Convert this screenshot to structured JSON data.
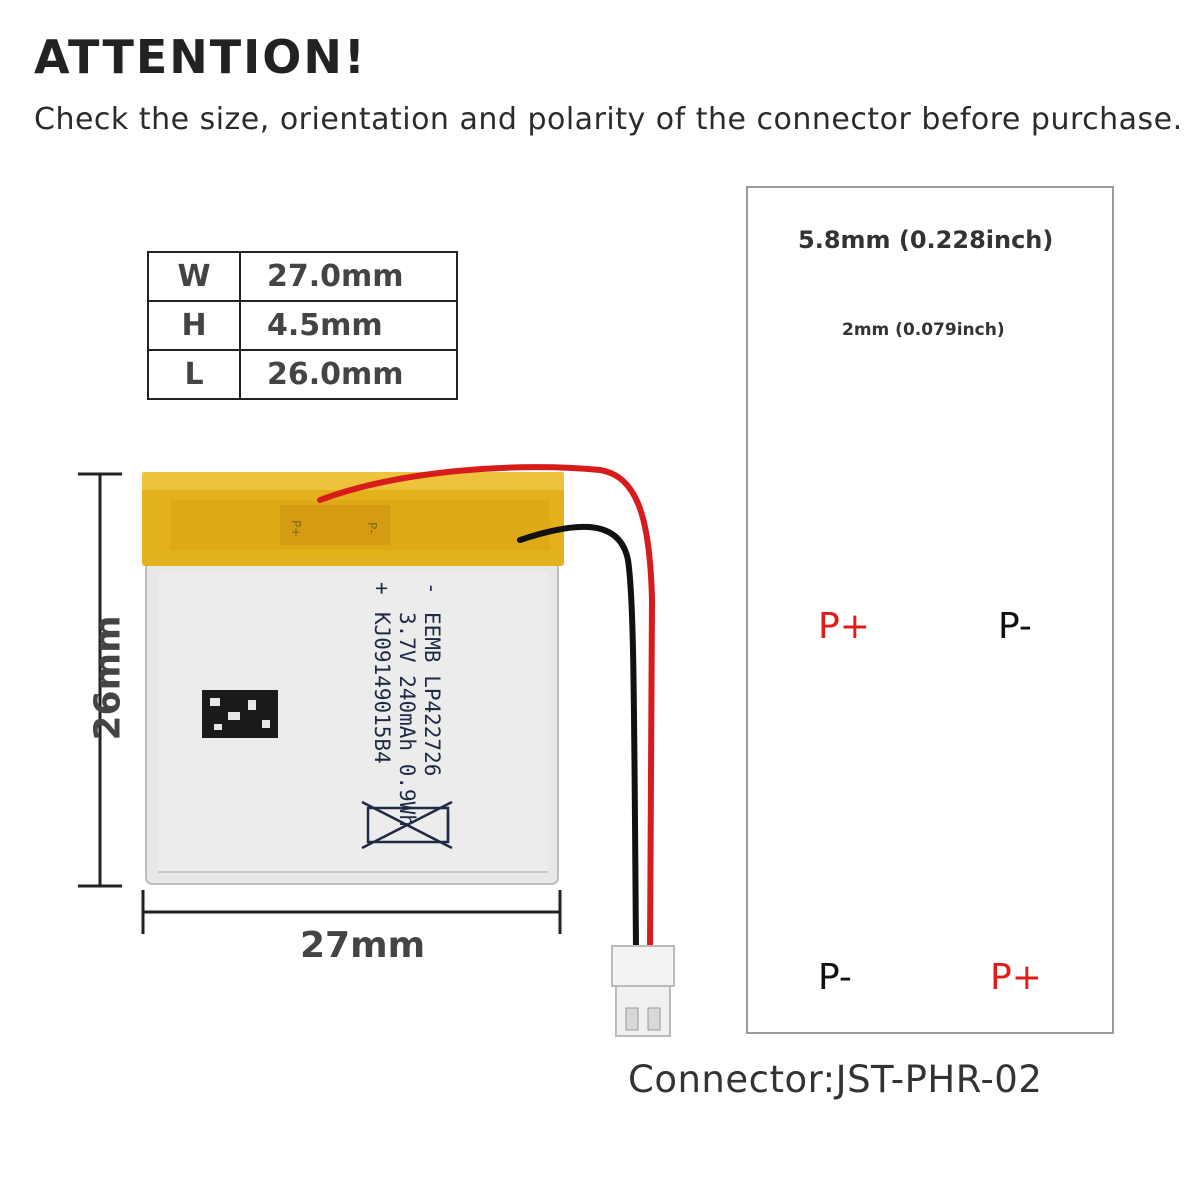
{
  "header": {
    "title": "ATTENTION!",
    "subtitle": "Check the size, orientation and polarity of the connector before purchase."
  },
  "spec_table": [
    {
      "key": "W",
      "value": "27.0mm"
    },
    {
      "key": "H",
      "value": "4.5mm"
    },
    {
      "key": "L",
      "value": "26.0mm"
    }
  ],
  "battery": {
    "width_label": "27mm",
    "height_label": "26mm",
    "print_lines": [
      "EEMB LP422726",
      "3.7V 240mAh 0.9Wh",
      "KJ09149015B4"
    ],
    "print_plus": "+",
    "print_minus": "-",
    "tab_marks": [
      "P+",
      "P-"
    ]
  },
  "connector_panel": {
    "outer_width_label": "5.8mm (0.228inch)",
    "pitch_label": "2mm (0.079inch)",
    "top_view": {
      "left_polarity": "P+",
      "right_polarity": "P-"
    },
    "bottom_view": {
      "left_polarity": "P-",
      "right_polarity": "P+"
    }
  },
  "connector_label": "Connector:JST-PHR-02",
  "colors": {
    "positive": "#e31b1b",
    "negative": "#111111",
    "battery_tape": "#e3b21a",
    "battery_body": "#e6e6e6"
  }
}
